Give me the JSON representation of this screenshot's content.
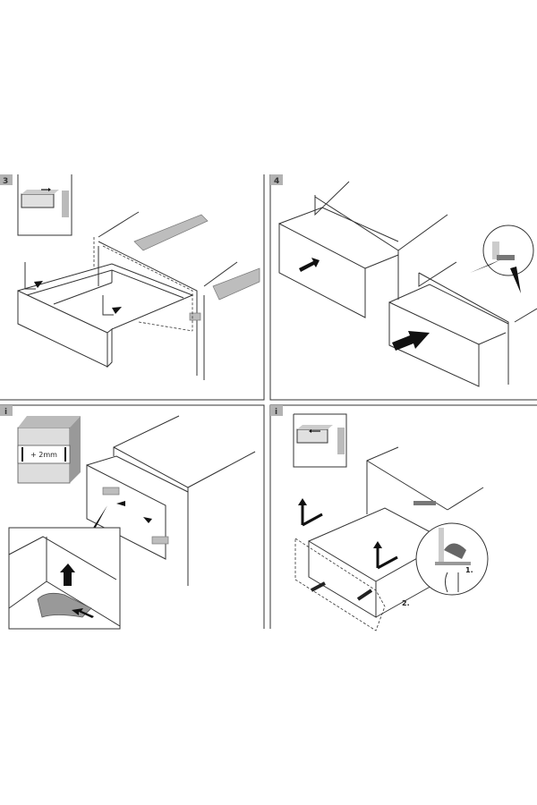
{
  "panels": [
    {
      "step": "3",
      "description_icon": "inset-push-drawer-right"
    },
    {
      "step": "4"
    },
    {
      "step": "i",
      "inset_label": "+ 2mm"
    },
    {
      "step": "i",
      "callout_1": "1.",
      "callout_2": "2."
    }
  ],
  "colors": {
    "line": "#333333",
    "badge": "#b3b3b3",
    "rail": "#bdbdbd",
    "arrow": "#111111"
  }
}
